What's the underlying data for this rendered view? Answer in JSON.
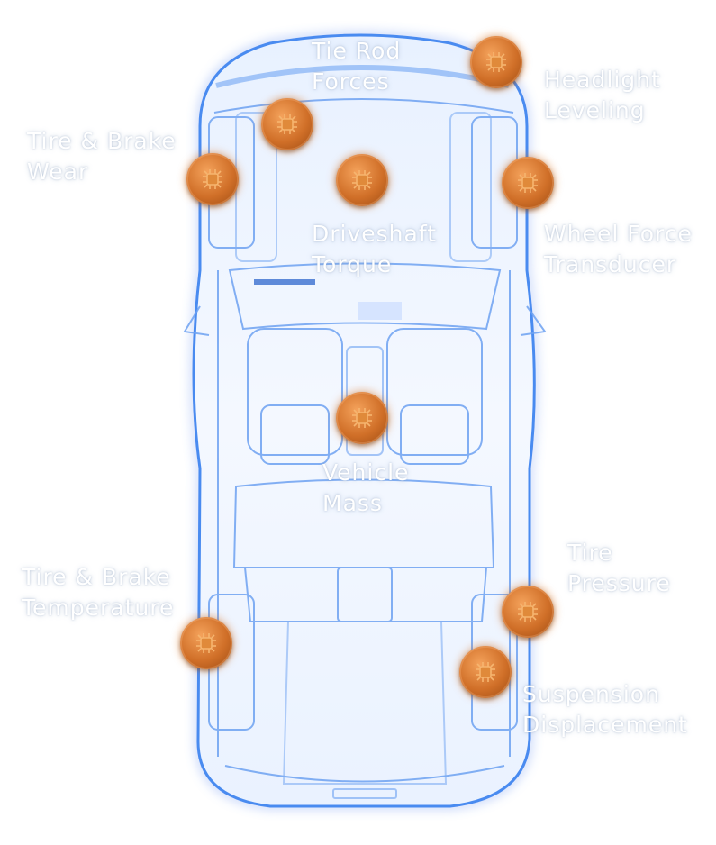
{
  "labels": {
    "tie_rod": {
      "line1": "Tie Rod",
      "line2": "Forces"
    },
    "headlight": {
      "line1": "Headlight",
      "line2": "Leveling"
    },
    "tire_brake_wear": {
      "line1": "Tire & Brake",
      "line2": "Wear"
    },
    "driveshaft": {
      "line1": "Driveshaft",
      "line2": "Torque"
    },
    "wheel_force": {
      "line1": "Wheel Force",
      "line2": "Transducer"
    },
    "vehicle_mass": {
      "line1": "Vehicle",
      "line2": "Mass"
    },
    "tire_pressure": {
      "line1": "Tire",
      "line2": "Pressure"
    },
    "tire_brake_temp": {
      "line1": "Tire & Brake",
      "line2": "Temperature"
    },
    "suspension": {
      "line1": "Suspension",
      "line2": "Displacement"
    }
  },
  "sensors": [
    {
      "id": "tie-rod",
      "icon": "sensor-chip-icon"
    },
    {
      "id": "headlight",
      "icon": "sensor-chip-icon"
    },
    {
      "id": "tire-brake-wear",
      "icon": "sensor-chip-icon"
    },
    {
      "id": "driveshaft",
      "icon": "sensor-chip-icon"
    },
    {
      "id": "wheel-force",
      "icon": "sensor-chip-icon"
    },
    {
      "id": "vehicle-mass",
      "icon": "sensor-chip-icon"
    },
    {
      "id": "tire-pressure",
      "icon": "sensor-chip-icon"
    },
    {
      "id": "tire-brake-temp",
      "icon": "sensor-chip-icon"
    },
    {
      "id": "suspension",
      "icon": "sensor-chip-icon"
    }
  ],
  "colors": {
    "car_outline": "#3d7ee6",
    "car_glow": "#9cc4ff",
    "sensor": "#d06f28",
    "label_text": "#ffffff"
  }
}
